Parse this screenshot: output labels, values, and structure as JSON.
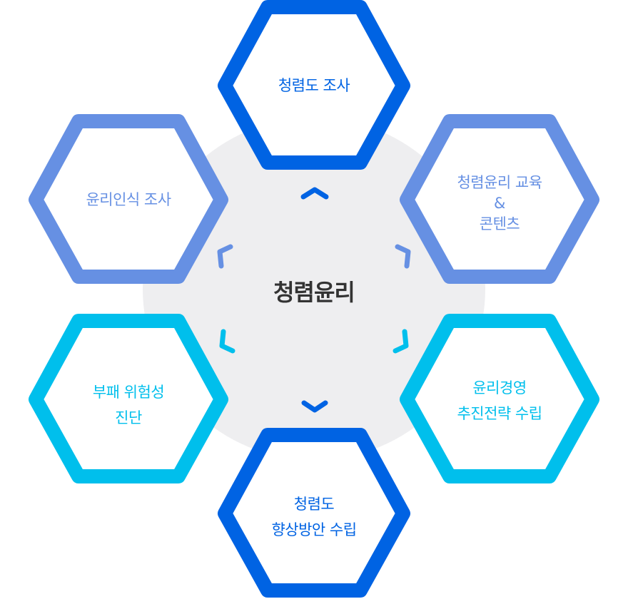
{
  "center": {
    "title": "청렴윤리"
  },
  "nodes": {
    "top": {
      "line1": "청렴도 조사",
      "color": "#0063E3"
    },
    "top_right": {
      "line1": "청렴윤리 교육",
      "line2": "&",
      "line3": "콘텐츠",
      "color": "#6690E3"
    },
    "bottom_right": {
      "line1": "윤리경영",
      "line2": "추진전략 수립",
      "color": "#00BFEC"
    },
    "bottom": {
      "line1": "청렴도",
      "line2": "향상방안 수립",
      "color": "#0063E3"
    },
    "bottom_left": {
      "line1": "부패 위험성",
      "line2": "진단",
      "color": "#00BFEC"
    },
    "top_left": {
      "line1": "윤리인식 조사",
      "color": "#6690E3"
    }
  },
  "colors": {
    "dark_blue": "#0063E3",
    "periwinkle": "#6690E3",
    "cyan": "#00BFEC",
    "center_circle": "#EEEEF0",
    "center_text": "#333333"
  }
}
